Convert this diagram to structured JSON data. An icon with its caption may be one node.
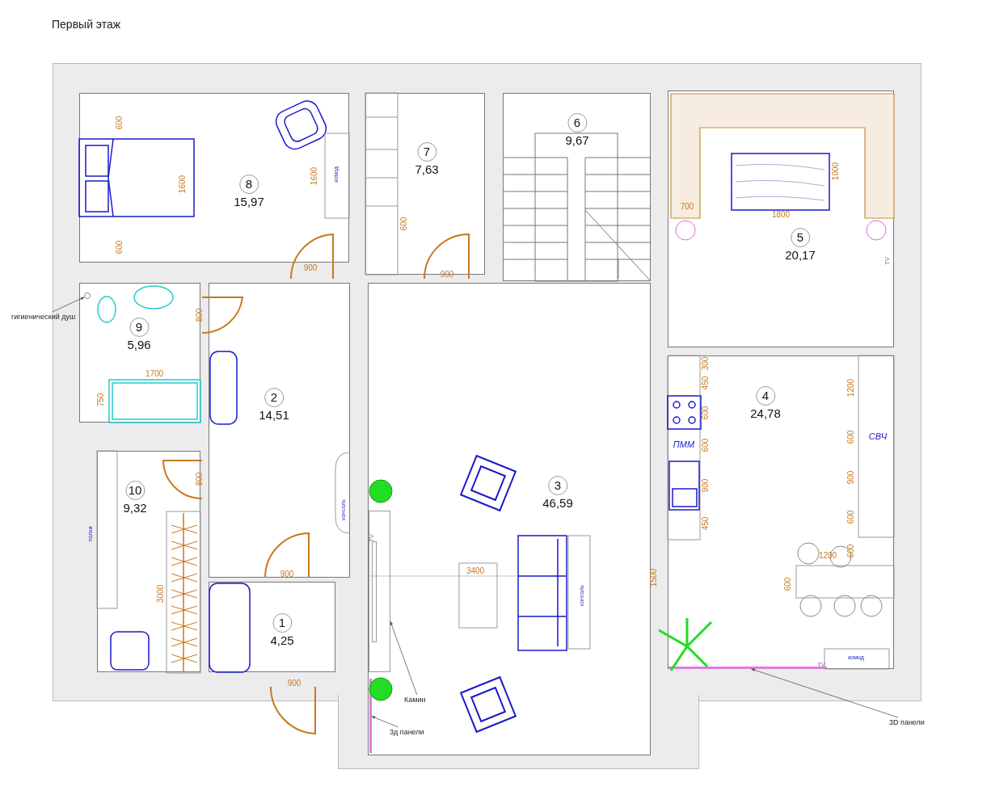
{
  "diagram": {
    "title": "Первый этаж",
    "nodes": [
      {
        "text": [
          "8",
          "15,97"
        ]
      },
      {
        "text": [
          "7",
          "7,63"
        ]
      },
      {
        "text": [
          "6",
          "9,67"
        ]
      },
      {
        "text": [
          "5",
          "20,17"
        ]
      },
      {
        "text": [
          "9",
          "5,96"
        ]
      },
      {
        "text": [
          "2",
          "14,51"
        ]
      },
      {
        "text": [
          "3",
          "46,59"
        ]
      },
      {
        "text": [
          "4",
          "24,78"
        ]
      },
      {
        "text": [
          "10",
          "9,32"
        ]
      },
      {
        "text": [
          "1",
          "4,25"
        ]
      },
      {
        "text": [
          "гигиенический душ"
        ]
      },
      {
        "text": [
          "Камин"
        ],
        "in": 6
      },
      {
        "text": [
          "3д панели"
        ],
        "in": 6
      },
      {
        "text": [
          "3D панели"
        ]
      },
      {
        "text": [],
        "shape": "circle",
        "in": 4
      },
      {
        "text": [],
        "shape": "box",
        "in": 6
      },
      {
        "text": [],
        "shape": "bar",
        "in": 6
      },
      {
        "text": [],
        "shape": "bar",
        "in": 7
      }
    ],
    "edges": [
      {
        "from": 10,
        "to": 14,
        "arrow": "to"
      },
      {
        "from": 11,
        "to": 15,
        "arrow": "to"
      },
      {
        "from": 12,
        "to": 16,
        "arrow": "to"
      },
      {
        "from": 13,
        "to": 17,
        "arrow": "to"
      }
    ],
    "labels": [
      "600",
      "1600",
      "600",
      "1600",
      "комод",
      "900",
      "600",
      "900",
      "1000",
      "700",
      "1800",
      "TV",
      "800",
      "1700",
      "750",
      "800",
      "полки",
      "3000",
      "900",
      "консоль",
      "900",
      "TV",
      "3400",
      "консоль",
      "1500",
      "300",
      "450",
      "600",
      "ПММ",
      "600",
      "900",
      "450",
      "СВЧ",
      "1200",
      "600",
      "900",
      "600",
      "600",
      "1200",
      "600",
      "комод",
      "TV"
    ]
  }
}
